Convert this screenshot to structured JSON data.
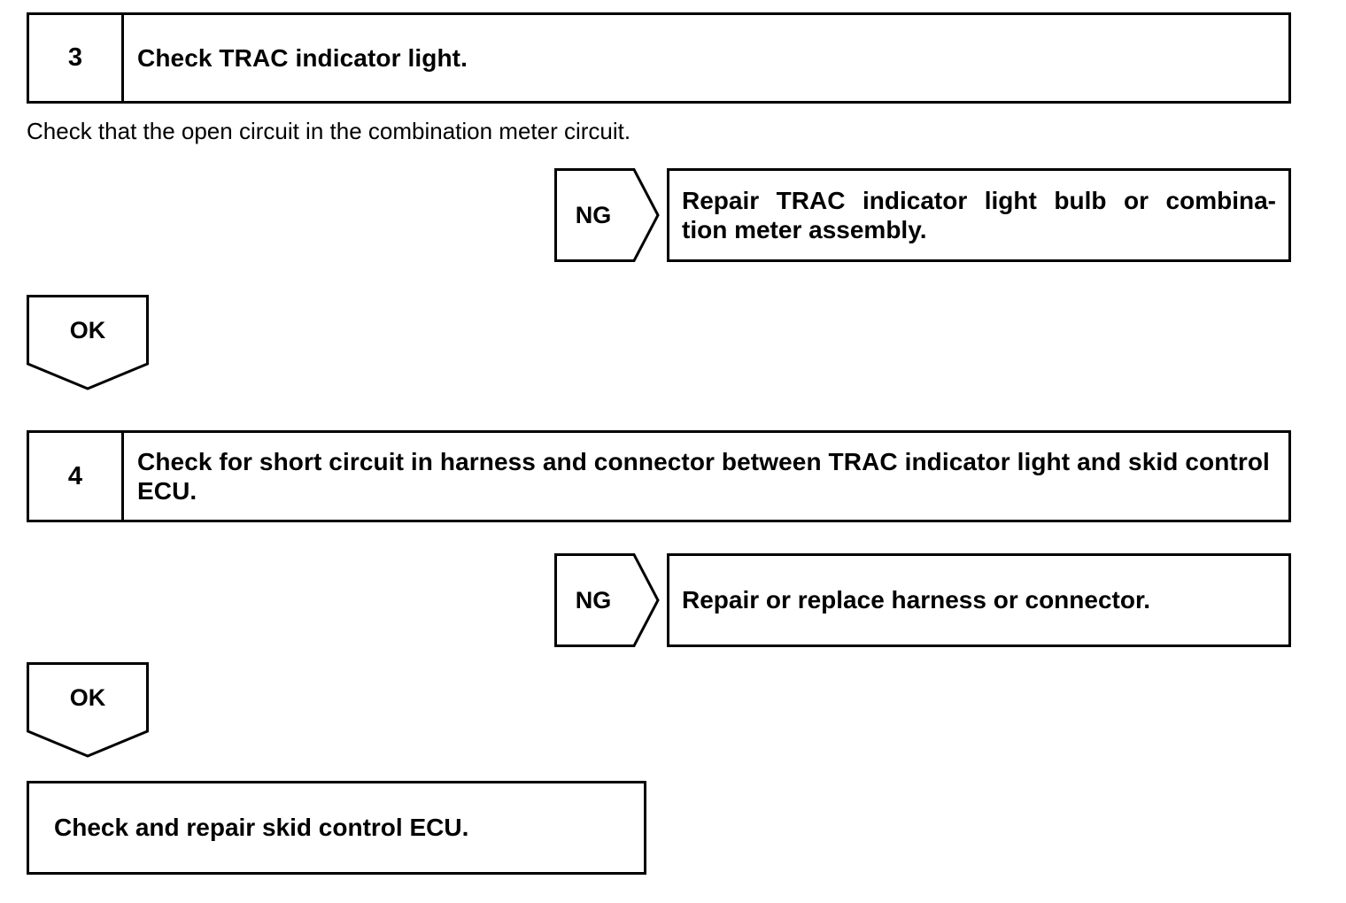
{
  "flowchart": {
    "step3": {
      "number": "3",
      "title": "Check TRAC indicator light.",
      "description": "Check that the open circuit in the combination meter circuit.",
      "ng": {
        "label": "NG",
        "result_line1": "Repair TRAC indicator light bulb or combina-",
        "result_line2": "tion meter assembly."
      },
      "ok": {
        "label": "OK"
      }
    },
    "step4": {
      "number": "4",
      "title_line1": "Check for short circuit in harness and connector between TRAC indicator light and skid",
      "title_line2": "control ECU.",
      "ng": {
        "label": "NG",
        "result_line1": "Repair or replace harness or connector."
      },
      "ok": {
        "label": "OK"
      }
    },
    "final": {
      "text": "Check and repair skid control ECU."
    }
  },
  "colors": {
    "line": "#000000",
    "text": "#000000",
    "background": "#ffffff"
  }
}
